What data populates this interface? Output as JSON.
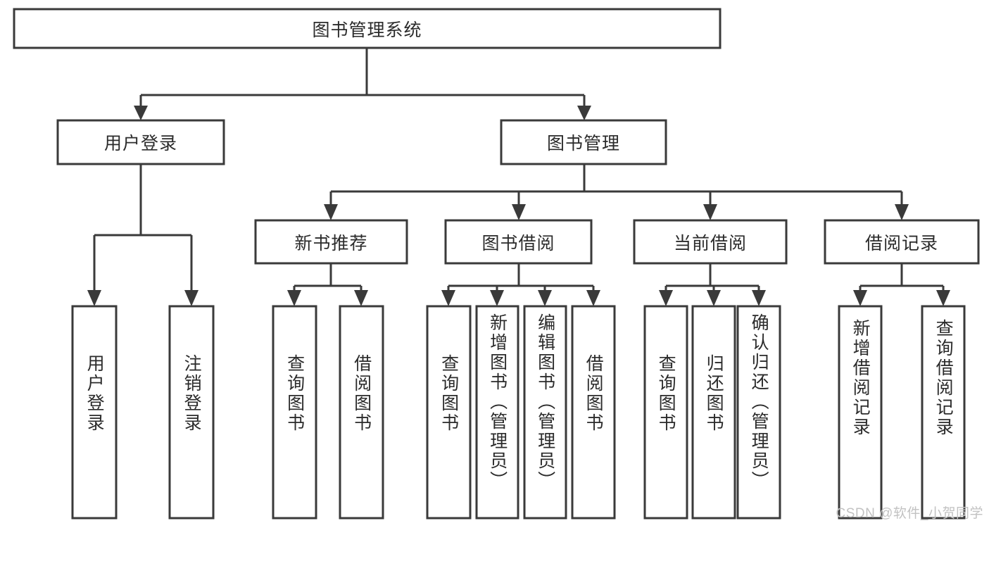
{
  "diagram": {
    "title": "图书管理系统",
    "type": "tree-hierarchy-chart",
    "root": {
      "label": "图书管理系统",
      "children": [
        {
          "label": "用户登录",
          "children": [
            {
              "label": "用户登录"
            },
            {
              "label": "注销登录"
            }
          ]
        },
        {
          "label": "图书管理",
          "children": [
            {
              "label": "新书推荐",
              "children": [
                {
                  "label": "查询图书"
                },
                {
                  "label": "借阅图书"
                }
              ]
            },
            {
              "label": "图书借阅",
              "children": [
                {
                  "label": "查询图书"
                },
                {
                  "label": "新增图书（管理员）"
                },
                {
                  "label": "编辑图书（管理员）"
                },
                {
                  "label": "借阅图书"
                }
              ]
            },
            {
              "label": "当前借阅",
              "children": [
                {
                  "label": "查询图书"
                },
                {
                  "label": "归还图书"
                },
                {
                  "label": "确认归还（管理员）"
                }
              ]
            },
            {
              "label": "借阅记录",
              "children": [
                {
                  "label": "新增借阅记录"
                },
                {
                  "label": "查询借阅记录"
                }
              ]
            }
          ]
        }
      ]
    },
    "nodes": {
      "root_title": "图书管理系统",
      "level1": {
        "user_login": "用户登录",
        "book_manage": "图书管理"
      },
      "level2": {
        "new_book_recommend": "新书推荐",
        "book_borrow": "图书借阅",
        "current_borrow": "当前借阅",
        "borrow_record": "借阅记录"
      },
      "leaves": {
        "user_login_1": "用户登录",
        "user_login_2": "注销登录",
        "recommend_1": "查询图书",
        "recommend_2": "借阅图书",
        "borrow_1": "查询图书",
        "borrow_2": "新增图书（管理员）",
        "borrow_3": "编辑图书（管理员）",
        "borrow_4": "借阅图书",
        "current_1": "查询图书",
        "current_2": "归还图书",
        "current_3": "确认归还（管理员）",
        "record_1": "新增借阅记录",
        "record_2": "查询借阅记录"
      }
    },
    "colors": {
      "stroke": "#3a3a3a",
      "box_fill": "#ffffff",
      "text": "#2b2b2b",
      "background": "#ffffff",
      "watermark": "#c2c2c2"
    }
  },
  "watermark": {
    "text": "CSDN @软件_小贺同学"
  }
}
